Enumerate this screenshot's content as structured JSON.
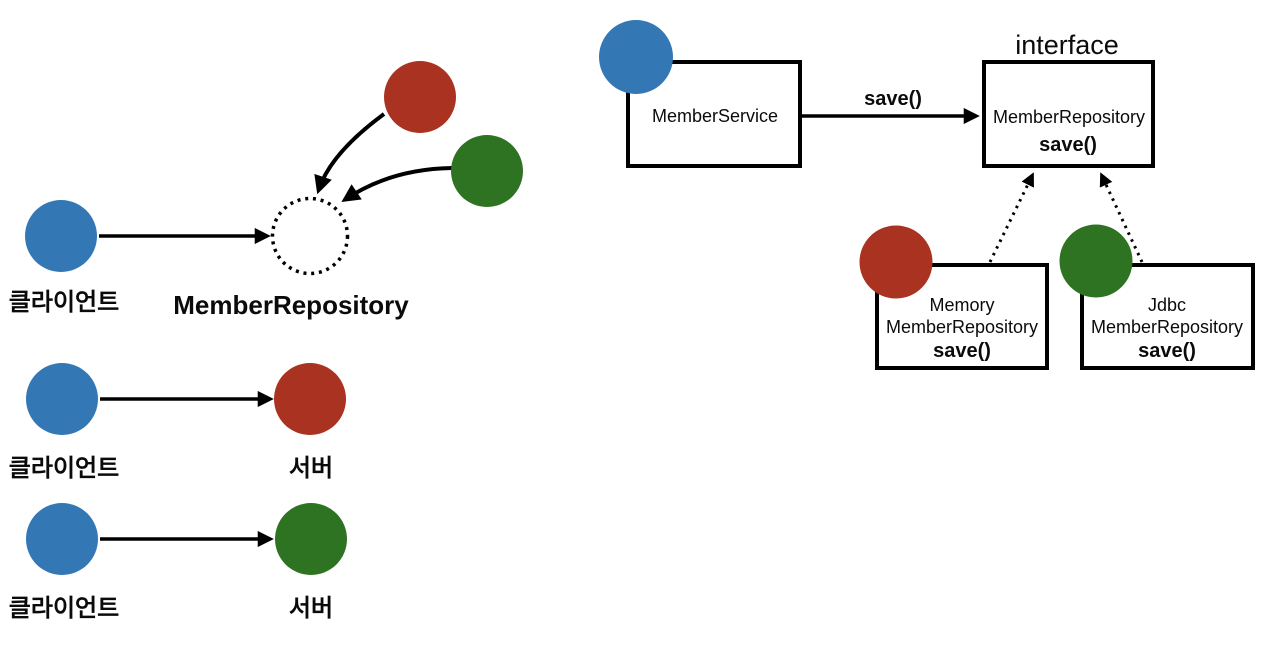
{
  "palette": {
    "client_blue": "#3377b4",
    "server_red": "#a93320",
    "server_green": "#2e7321",
    "label_gray": "#6e6e6e",
    "line_black": "#000000"
  },
  "left_diagram": {
    "abstraction": {
      "client_label": "클라이언트",
      "repository_label": "MemberRepository"
    },
    "pair_red": {
      "client_label": "클라이언트",
      "server_label": "서버"
    },
    "pair_green": {
      "client_label": "클라이언트",
      "server_label": "서버"
    }
  },
  "right_diagram": {
    "interface_title": "interface",
    "member_service_label": "MemberService",
    "save_arrow_label": "save()",
    "interface_box": {
      "name": "MemberRepository",
      "method": "save()"
    },
    "memory_box": {
      "name_line1": "Memory",
      "name_line2": "MemberRepository",
      "method": "save()"
    },
    "jdbc_box": {
      "name_line1": "Jdbc",
      "name_line2": "MemberRepository",
      "method": "save()"
    }
  }
}
